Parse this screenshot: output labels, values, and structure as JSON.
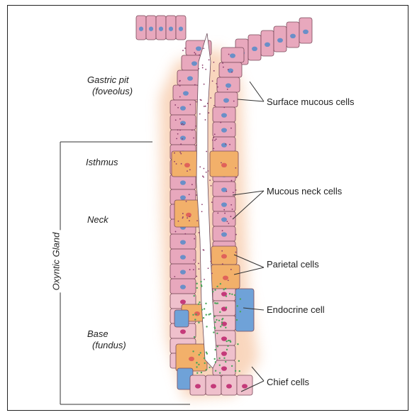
{
  "regions": {
    "gastric_pit": "Gastric pit",
    "gastric_pit_alt": "(foveolus)",
    "isthmus": "Isthmus",
    "neck": "Neck",
    "base": "Base",
    "base_alt": "(fundus)",
    "oxyntic_gland": "Oxyntic Gland"
  },
  "callouts": {
    "surface_mucous": "Surface mucous cells",
    "mucous_neck": "Mucous neck cells",
    "parietal": "Parietal cells",
    "endocrine": "Endocrine cell",
    "chief": "Chief cells"
  },
  "colors": {
    "mucous_cell": "#e8a8bd",
    "mucous_nucleus": "#6a8fc8",
    "parietal_cell": "#f2b06a",
    "chief_cell": "#efc0cc",
    "chief_nucleus": "#c43a7a",
    "endocrine_cell": "#6fa2d8",
    "granules": "#4aa55a",
    "glow": "#f7c9a8"
  }
}
